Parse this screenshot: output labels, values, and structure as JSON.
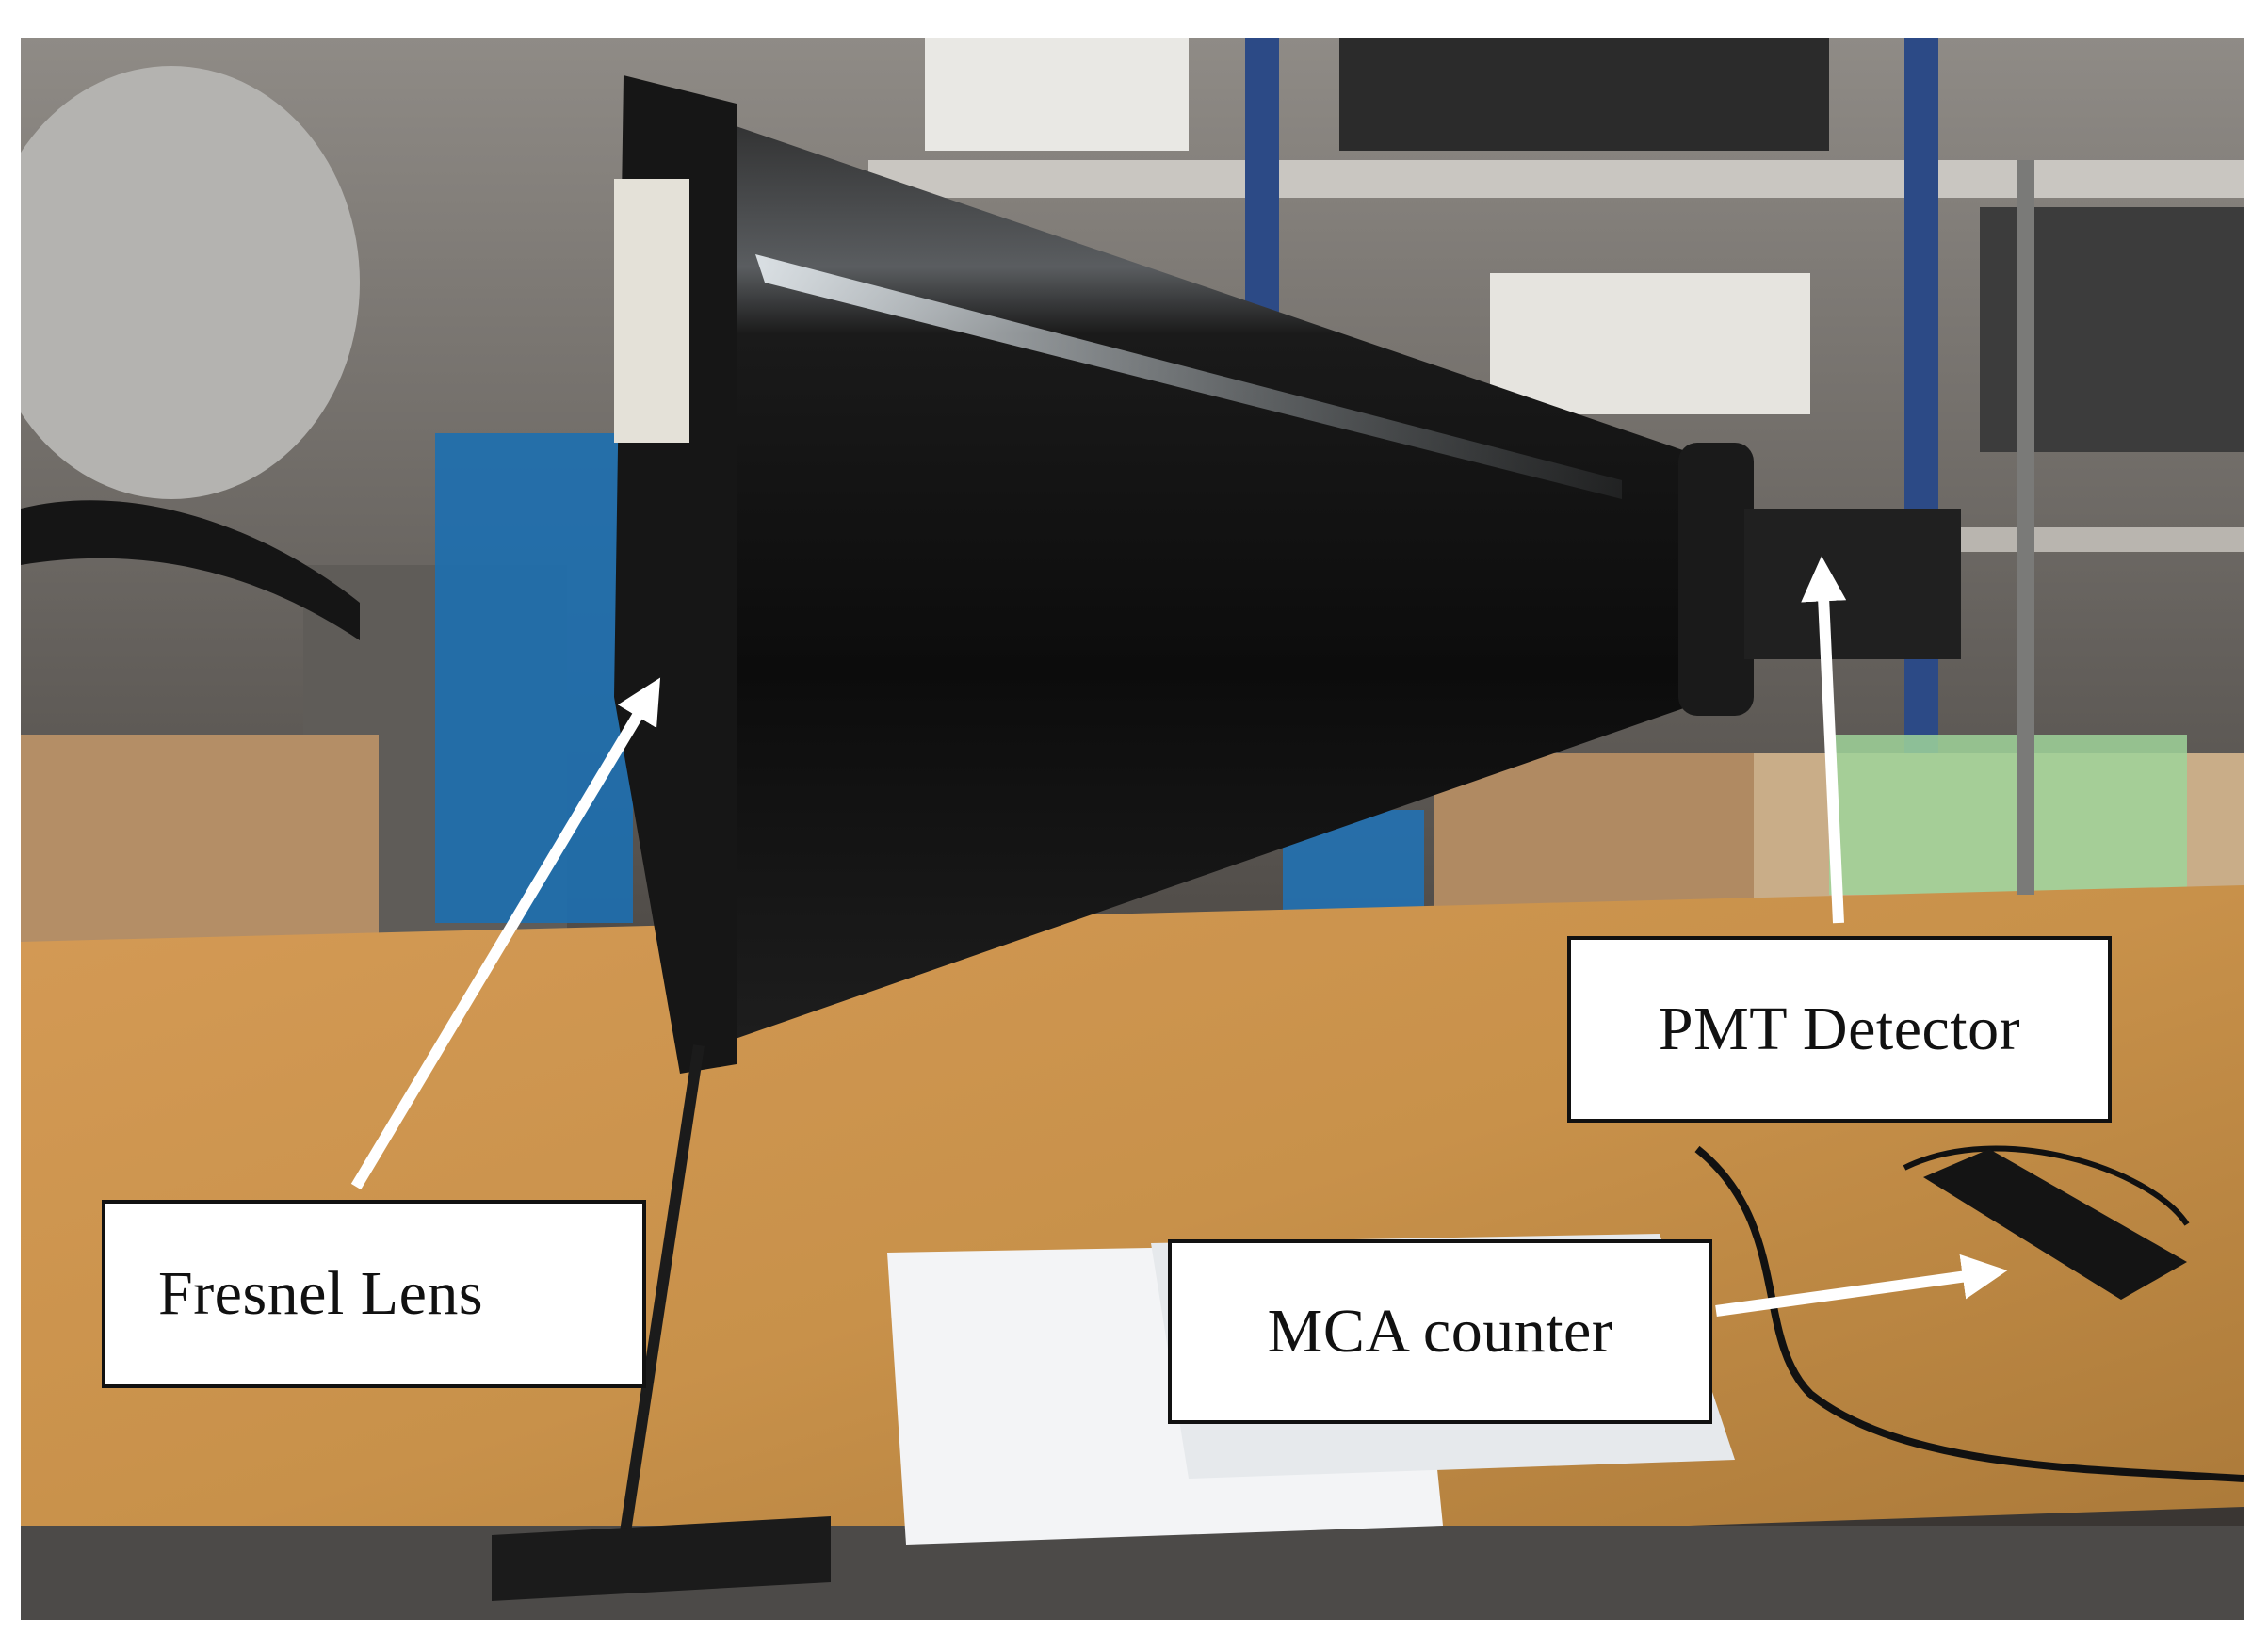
{
  "labels": {
    "pmt_detector": "PMT Detector",
    "fresnel_lens": "Fresnel Lens",
    "mca_counter": "MCA counter"
  },
  "colors": {
    "label_background": "#ffffff",
    "label_border": "#111111",
    "arrow": "#ffffff",
    "table": "#c8914a",
    "cone": "#101010"
  }
}
